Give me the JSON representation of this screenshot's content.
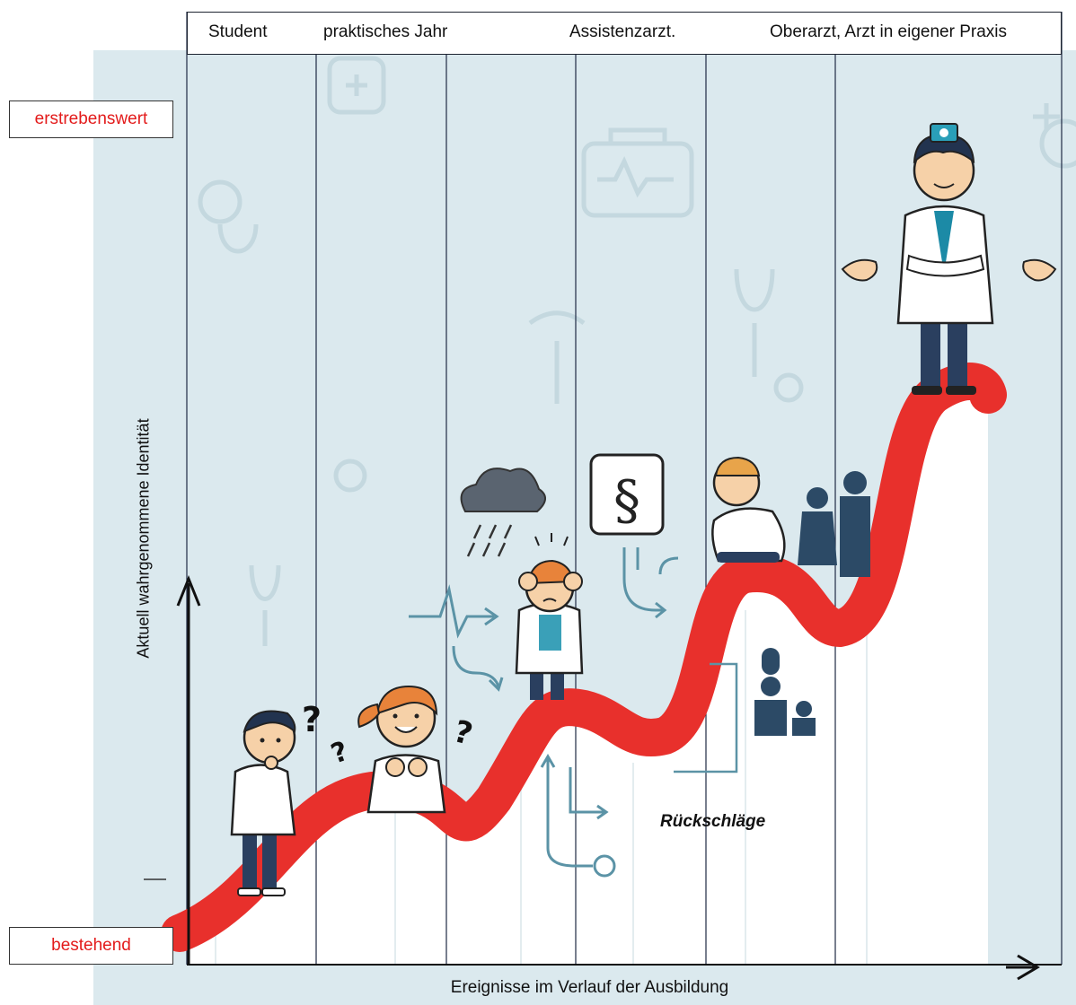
{
  "stages": [
    "Student",
    "praktisches Jahr",
    "Assistenzarzt.",
    "Oberarzt, Arzt in eigener Praxis"
  ],
  "levels": {
    "top": "erstrebenswert",
    "bottom": "bestehend"
  },
  "axes": {
    "y_label": "Aktuell wahrgenommene Identität",
    "x_label": "Ereignisse im Verlauf der Ausbildung"
  },
  "annotations": {
    "setbacks": "Rückschläge",
    "paragraph_sign": "§"
  },
  "icons": [
    "question-mark-icon",
    "rain-cloud-icon",
    "heartbeat-arrow-icon",
    "paragraph-sign-icon",
    "stethoscope-icon",
    "medical-cross-icon",
    "caduceus-icon",
    "group-silhouette-icon"
  ],
  "colors": {
    "curve": "#e8302c",
    "background": "#dbe9ee",
    "label_red": "#e31b1b",
    "grid_line": "#1f2a44",
    "teal_accent": "#5b93a6"
  }
}
